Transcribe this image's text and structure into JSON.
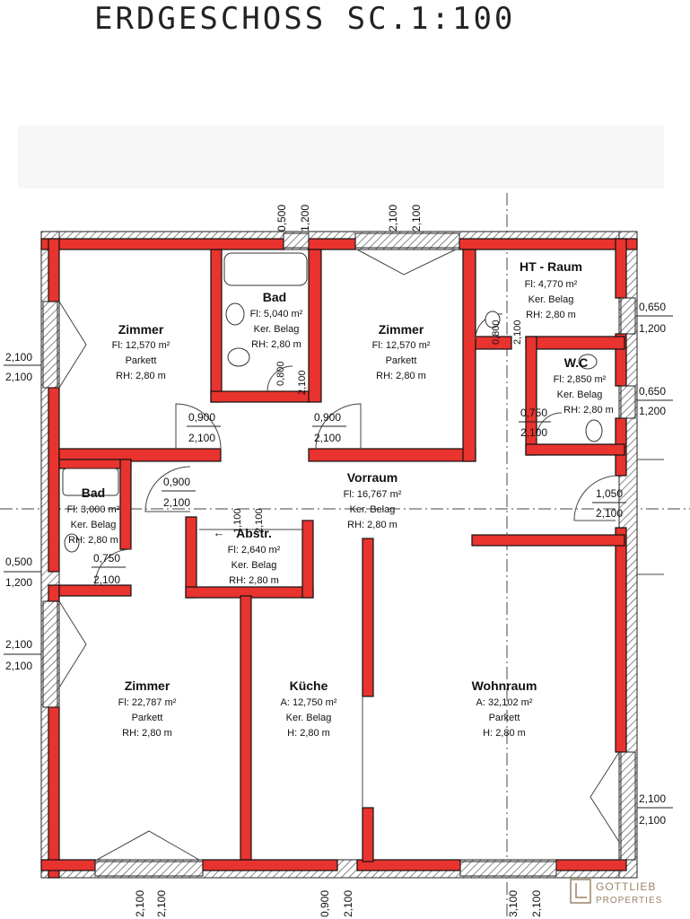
{
  "title": "ERDGESCHOSS SC.1:100",
  "rooms": {
    "zimmer_nw": {
      "name": "Zimmer",
      "area": "Fl: 12,570 m²",
      "floor": "Parkett",
      "height": "RH: 2,80 m"
    },
    "bad_top": {
      "name": "Bad",
      "area": "Fl: 5,040 m²",
      "floor": "Ker. Belag",
      "height": "RH: 2,80 m"
    },
    "zimmer_n": {
      "name": "Zimmer",
      "area": "Fl: 12,570 m²",
      "floor": "Parkett",
      "height": "RH: 2,80 m"
    },
    "ht_raum": {
      "name": "HT - Raum",
      "area": "Fl: 4,770 m²",
      "floor": "Ker. Belag",
      "height": "RH: 2,80 m"
    },
    "wc": {
      "name": "W.C",
      "area": "Fl: 2,850 m²",
      "floor": "Ker. Belag",
      "height": "RH: 2,80 m"
    },
    "vorraum": {
      "name": "Vorraum",
      "area": "Fl: 16,767 m²",
      "floor": "Ker. Belag",
      "height": "RH: 2,80 m"
    },
    "bad_left": {
      "name": "Bad",
      "area": "Fl: 3,000 m²",
      "floor": "Ker. Belag",
      "height": "RH: 2,80 m"
    },
    "abstr": {
      "name": "Abstr.",
      "area": "Fl: 2,640 m²",
      "floor": "Ker. Belag",
      "height": "RH: 2,80 m"
    },
    "zimmer_sw": {
      "name": "Zimmer",
      "area": "Fl: 22,787 m²",
      "floor": "Parkett",
      "height": "RH: 2,80 m"
    },
    "kueche": {
      "name": "Küche",
      "area": "A: 12,750 m²",
      "floor": "Ker. Belag",
      "height": "H: 2,80 m"
    },
    "wohnraum": {
      "name": "Wohnraum",
      "area": "A: 32,102 m²",
      "floor": "Parkett",
      "height": "H: 2,80 m"
    }
  },
  "dims": {
    "top1a": "0,500",
    "top1b": "1,200",
    "top2a": "2,100",
    "top2b": "2,100",
    "left1a": "2,100",
    "left1b": "2,100",
    "left2a": "0,500",
    "left2b": "1,200",
    "left3a": "2,100",
    "left3b": "2,100",
    "right1a": "0,650",
    "right1b": "1,200",
    "right2a": "0,650",
    "right2b": "1,200",
    "right3a": "2,100",
    "right3b": "2,100",
    "bot1a": "2,100",
    "bot1b": "2,100",
    "bot2a": "0,900",
    "bot2b": "2,100",
    "bot3a": "3,100",
    "bot3b": "2,100",
    "d_z1a": "0,900",
    "d_z1b": "2,100",
    "d_bada": "0,800",
    "d_badb": "2,100",
    "d_z2a": "0,900",
    "d_z2b": "2,100",
    "d_hta": "0,800",
    "d_htb": "2,100",
    "d_wca": "0,750",
    "d_wcb": "2,100",
    "d_vla": "0,900",
    "d_vlb": "2,100",
    "d_ra": "1,050",
    "d_rb": "2,100",
    "d_bla": "0,750",
    "d_blb": "2,100",
    "d_aba": "1,100",
    "d_abb": "2,100"
  },
  "logo": {
    "line1": "GOTTLIEB",
    "line2": "PROPERTIES"
  },
  "colors": {
    "wall": "#e8332e",
    "logo": "#9a8466"
  }
}
